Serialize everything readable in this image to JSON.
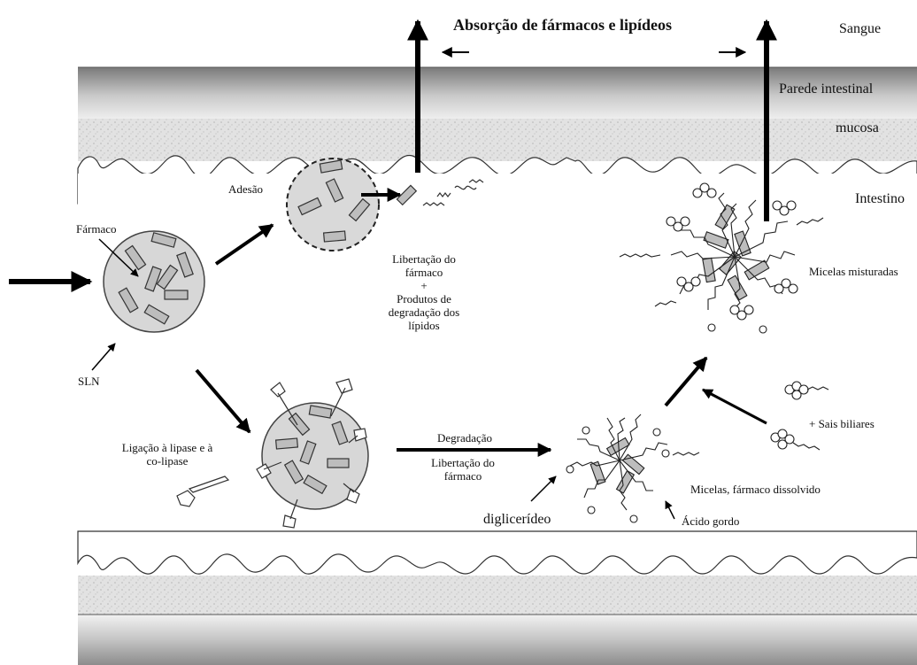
{
  "header": {
    "title": "Absorção de fármacos e lipídeos",
    "sangue": "Sangue"
  },
  "layers": {
    "parede": "Parede intestinal",
    "mucosa": "mucosa",
    "intestino": "Intestino"
  },
  "labels": {
    "farmaco": "Fármaco",
    "sln": "SLN",
    "adesao": "Adesão",
    "libertacao1": "Libertação do",
    "libertacao2": "fármaco",
    "plus": "+",
    "produtos1": "Produtos de",
    "produtos2": "degradação dos",
    "produtos3": "lípidos",
    "ligacao1": "Ligação à lipase e à",
    "ligacao2": "co-lipase",
    "degradacao": "Degradação",
    "libertacao3": "Libertação do",
    "libertacao4": "fármaco",
    "diglicerideo": "diglicerídeo",
    "acido": "Ácido gordo",
    "micelas_dissolvido": "Micelas, fármaco dissolvido",
    "sais": "+ Sais biliares",
    "micelas_misturadas": "Micelas misturadas"
  },
  "colors": {
    "wall_dark": "#8a8a8a",
    "wall_light": "#e8e8e8",
    "mucosa": "#d8d8d8",
    "particle_fill": "#d9d9d9",
    "arrow": "#000000"
  }
}
